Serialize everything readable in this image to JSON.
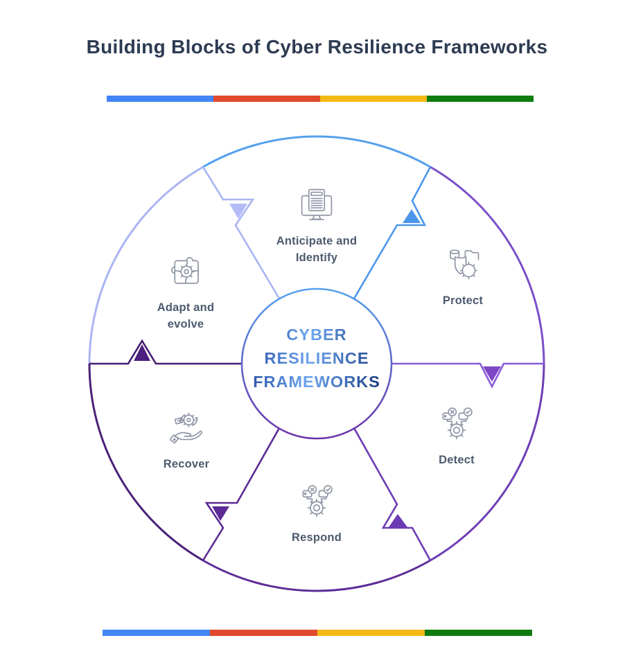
{
  "title": "Building Blocks of Cyber Resilience Frameworks",
  "divider_bars": {
    "colors": [
      "#4285F4",
      "#E0492B",
      "#F5B917",
      "#0D7B0D"
    ]
  },
  "center": {
    "line1": "CYBER",
    "line2": "RESILIENCE",
    "line3": "FRAMEWORKS",
    "text_gradient": [
      "#2f57ac",
      "#6ea7f0",
      "#16397f"
    ]
  },
  "wheel": {
    "center_ring_gradient": [
      "#55a1ee",
      "#6b32aa"
    ],
    "segments": [
      {
        "id": "anticipate-and-identify",
        "label_line1": "Anticipate and",
        "label_line2": "Identify",
        "arc_color": "#55a1ee",
        "icon": "monitor-document-icon"
      },
      {
        "id": "protect",
        "label_line1": "Protect",
        "label_line2": "",
        "arc_color": "#7a4fca",
        "icon": "shield-data-icon"
      },
      {
        "id": "detect",
        "label_line1": "Detect",
        "label_line2": "",
        "arc_color": "#6e3db6",
        "icon": "gear-check-x-icon"
      },
      {
        "id": "respond",
        "label_line1": "Respond",
        "label_line2": "",
        "arc_color": "#5d2c98",
        "icon": "gear-check-x-icon"
      },
      {
        "id": "recover",
        "label_line1": "Recover",
        "label_line2": "",
        "arc_color": "#4a2178",
        "icon": "hand-gear-refresh-icon"
      },
      {
        "id": "adapt-and-evolve",
        "label_line1": "Adapt and",
        "label_line2": "evolve",
        "arc_color": "#aab4f3",
        "icon": "puzzle-gear-icon"
      }
    ],
    "boundaries": [
      {
        "between": "adapt-evolve / anticipate-identify",
        "direction": "down",
        "line_color": "#a9b4f2",
        "triangle_color": "#b3bcf5"
      },
      {
        "between": "anticipate-identify / protect",
        "direction": "up",
        "line_color": "#4c96ea",
        "triangle_color": "#4c96ea"
      },
      {
        "between": "protect / detect",
        "direction": "down",
        "line_color": "#8a5ad6",
        "triangle_color": "#7d46c6"
      },
      {
        "between": "detect / respond",
        "direction": "up",
        "line_color": "#6d3bb4",
        "triangle_color": "#6d3bb4"
      },
      {
        "between": "respond / recover",
        "direction": "down",
        "line_color": "#5c2b95",
        "triangle_color": "#5c2b95"
      },
      {
        "between": "recover / adapt-evolve",
        "direction": "up",
        "line_color": "#451d72",
        "triangle_color": "#4b2080"
      }
    ]
  }
}
